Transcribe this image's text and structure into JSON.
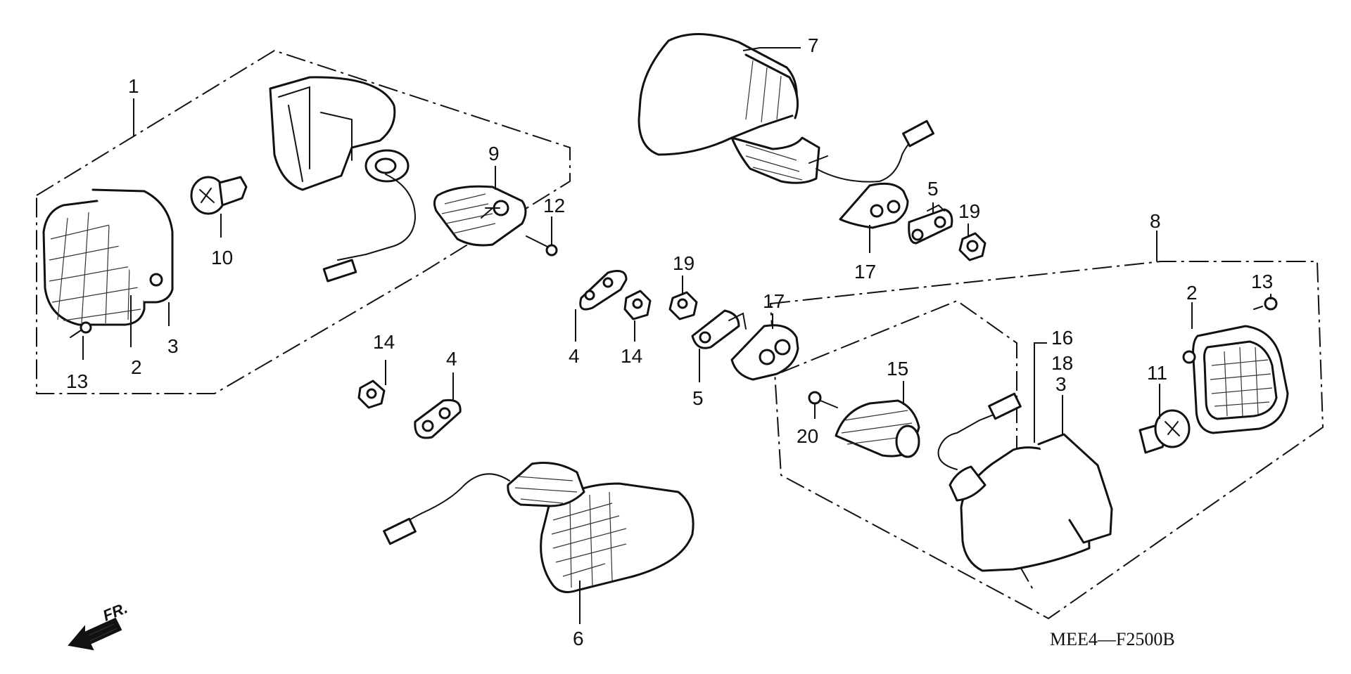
{
  "diagram": {
    "code": "MEE4—F2500B",
    "front_marker": "FR.",
    "callouts": {
      "c1": "1",
      "c2a": "2",
      "c2b": "2",
      "c3a": "3",
      "c3b": "3",
      "c4a": "4",
      "c4b": "4",
      "c5a": "5",
      "c5b": "5",
      "c6": "6",
      "c7": "7",
      "c8": "8",
      "c9": "9",
      "c10": "10",
      "c11": "11",
      "c12": "12",
      "c13a": "13",
      "c13b": "13",
      "c14a": "14",
      "c14b": "14",
      "c15": "15",
      "c16": "16",
      "c17a": "17",
      "c17b": "17",
      "c18": "18",
      "c19a": "19",
      "c19b": "19",
      "c20": "20"
    }
  }
}
